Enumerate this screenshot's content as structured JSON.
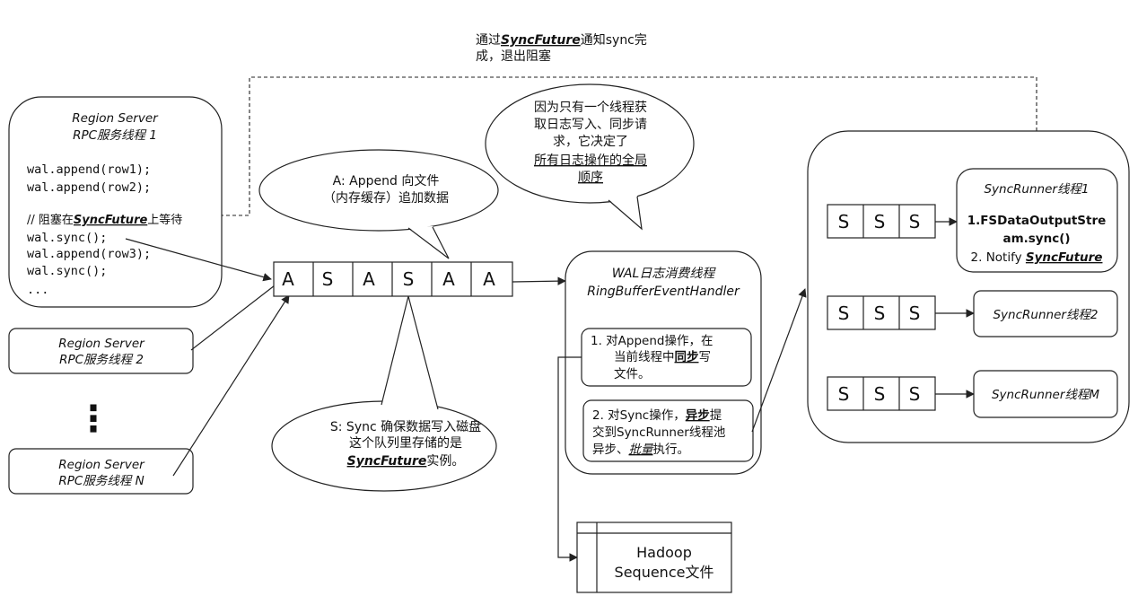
{
  "notify_note": {
    "pre": "通过",
    "em": "SyncFuture",
    "post": "通知sync完",
    "line2": "成，退出阻塞"
  },
  "rs1": {
    "title1": "Region Server",
    "title2": "RPC服务线程 1",
    "code": [
      "wal.append(row1);",
      "wal.append(row2);",
      "",
      "",
      "wal.sync();",
      "wal.append(row3);",
      "wal.sync();",
      "..."
    ],
    "wait_pre": "// 阻塞在",
    "wait_em": "SyncFuture",
    "wait_post": "上等待"
  },
  "rs2": {
    "title1": "Region Server",
    "title2": "RPC服务线程 2"
  },
  "rsn": {
    "title1": "Region Server",
    "title2": "RPC服务线程 N"
  },
  "vdots": "⋮",
  "append_bubble": {
    "line1": "A: Append 向文件",
    "line2": "（内存缓存）追加数据"
  },
  "order_bubble": {
    "lines": [
      "因为只有一个线程获",
      "取日志写入、同步请",
      "求，它决定了",
      "所有日志操作的全局",
      "顺序"
    ]
  },
  "sync_bubble": {
    "line1": "S: Sync 确保数据写入磁盘",
    "line2": "这个队列里存储的是",
    "em": "SyncFuture",
    "post": "实例。"
  },
  "ring_buffer": {
    "cells": [
      "A",
      "S",
      "A",
      "S",
      "A",
      "A"
    ]
  },
  "wal_consumer": {
    "title1": "WAL日志消费线程",
    "title2": "RingBufferEventHandler",
    "step1": {
      "l1": "1.  对Append操作，在",
      "l2_pre": "当前线程中",
      "l2_em": "同步",
      "l2_post": "写",
      "l3": "文件。"
    },
    "step2": {
      "l1_pre": "2. 对Sync操作，",
      "l1_em": "异步",
      "l1_post": "提",
      "l2": "交到SyncRunner线程池",
      "l3_pre": "异步、",
      "l3_em": "批量",
      "l3_post": "执行。"
    }
  },
  "hadoop_file": {
    "line1": "Hadoop",
    "line2": "Sequence文件"
  },
  "sync_runners": {
    "queue_cells": [
      "S",
      "S",
      "S"
    ],
    "runner1": {
      "title": "SyncRunner线程1",
      "l1": "1.FSDataOutputStre",
      "l2": "am.sync()",
      "l3_pre": "2. Notify ",
      "l3_em": "SyncFuture"
    },
    "runner2": {
      "title": "SyncRunner线程2"
    },
    "runnerM": {
      "title": "SyncRunner线程M"
    }
  }
}
